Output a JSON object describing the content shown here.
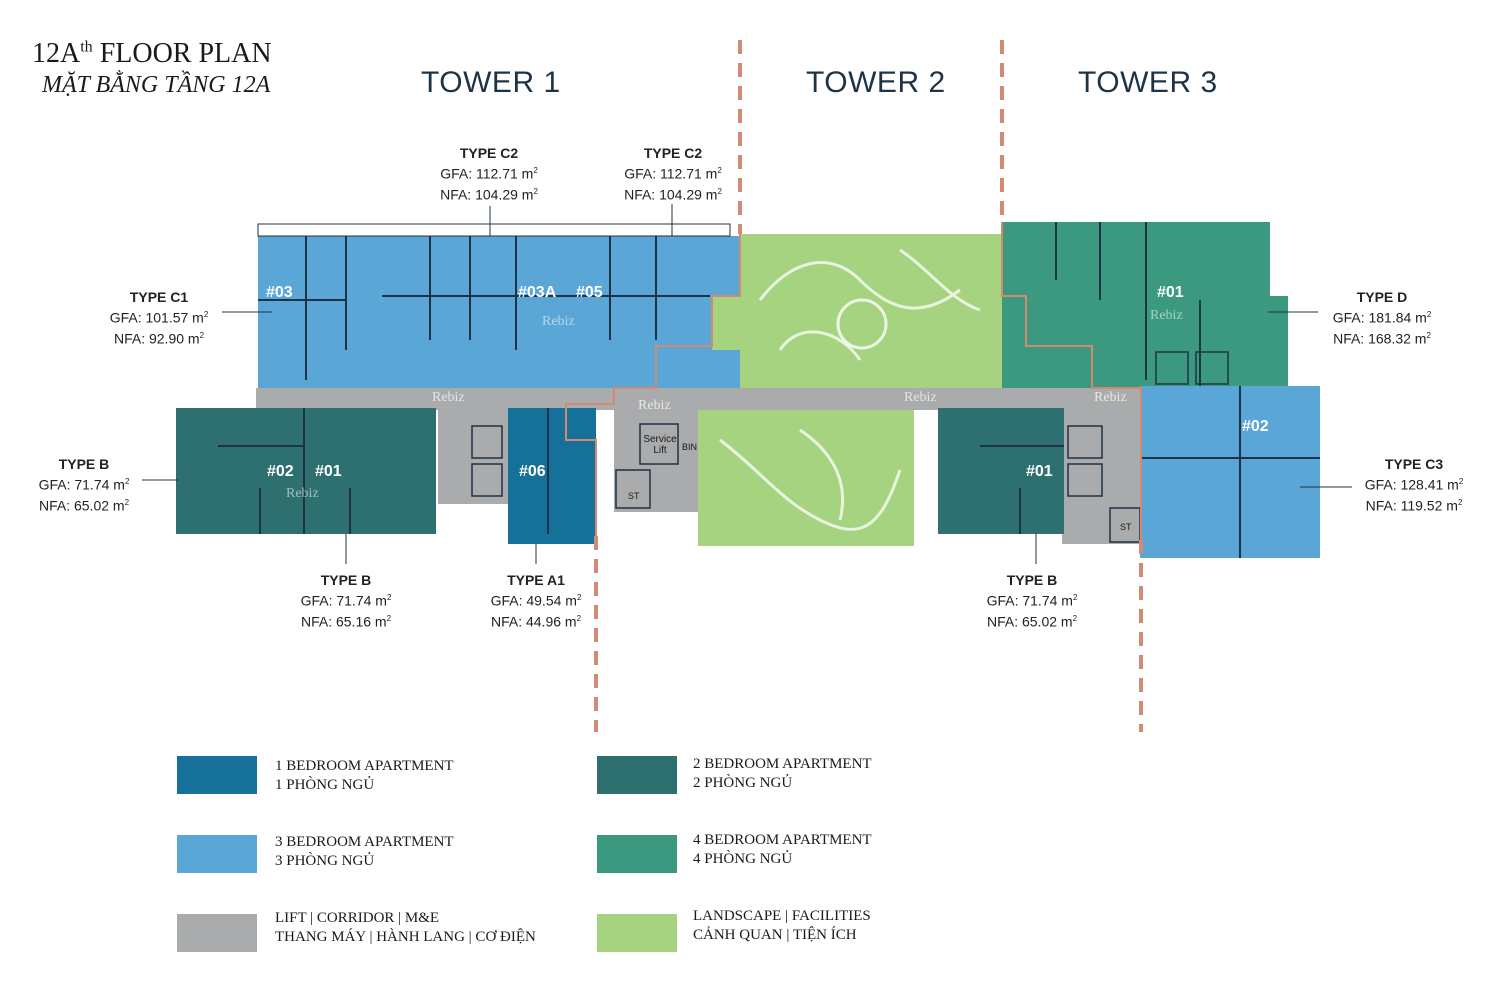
{
  "title": {
    "en_main": "12A",
    "en_sup": "th",
    "en_rest": " FLOOR PLAN",
    "vi": "MẶT BẰNG TẦNG 12A"
  },
  "towers": [
    "TOWER 1",
    "TOWER 2",
    "TOWER 3"
  ],
  "watermark": "Rebiz",
  "units": [
    "#03",
    "#03A",
    "#05",
    "#01",
    "#02",
    "#02",
    "#01",
    "#06",
    "#01"
  ],
  "facility_labels": {
    "service_lift": "Service Lift",
    "bin": "BIN",
    "st": "ST"
  },
  "type_labels": [
    {
      "type": "TYPE C1",
      "gfa": "GFA: 101.57 m",
      "nfa": "NFA: 92.90 m"
    },
    {
      "type": "TYPE C2",
      "gfa": "GFA: 112.71 m",
      "nfa": "NFA: 104.29 m"
    },
    {
      "type": "TYPE C2",
      "gfa": "GFA: 112.71 m",
      "nfa": "NFA: 104.29 m"
    },
    {
      "type": "TYPE D",
      "gfa": "GFA: 181.84 m",
      "nfa": "NFA: 168.32 m"
    },
    {
      "type": "TYPE B",
      "gfa": "GFA: 71.74 m",
      "nfa": "NFA: 65.02 m"
    },
    {
      "type": "TYPE C3",
      "gfa": "GFA: 128.41 m",
      "nfa": "NFA: 119.52 m"
    },
    {
      "type": "TYPE B",
      "gfa": "GFA: 71.74 m",
      "nfa": "NFA: 65.16 m"
    },
    {
      "type": "TYPE A1",
      "gfa": "GFA: 49.54 m",
      "nfa": "NFA: 44.96 m"
    },
    {
      "type": "TYPE B",
      "gfa": "GFA: 71.74 m",
      "nfa": "NFA: 65.02 m"
    }
  ],
  "unit_suffix": "2",
  "legend": [
    {
      "line1": "1 BEDROOM APARTMENT",
      "line2": "1 PHÒNG NGỦ",
      "color": "#15709a"
    },
    {
      "line1": "2 BEDROOM APARTMENT",
      "line2": "2 PHÒNG NGỦ",
      "color": "#2e6f6f"
    },
    {
      "line1": "3 BEDROOM APARTMENT",
      "line2": "3 PHÒNG NGỦ",
      "color": "#5aa6d6"
    },
    {
      "line1": "4 BEDROOM APARTMENT",
      "line2": "4 PHÒNG NGỦ",
      "color": "#3b9980"
    },
    {
      "line1": "LIFT | CORRIDOR | M&E",
      "line2": "THANG MÁY | HÀNH LANG | CƠ ĐIỆN",
      "color": "#a9abac"
    },
    {
      "line1": "LANDSCAPE | FACILITIES",
      "line2": "CẢNH QUAN | TIỆN ÍCH",
      "color": "#a6d37f"
    }
  ],
  "colors": {
    "one_bed": "#15709a",
    "two_bed": "#2e6f6f",
    "three_bed": "#5aa6d6",
    "four_bed": "#3b9980",
    "corridor": "#a9abac",
    "landscape": "#a6d37f",
    "divider": "#d38a72"
  }
}
